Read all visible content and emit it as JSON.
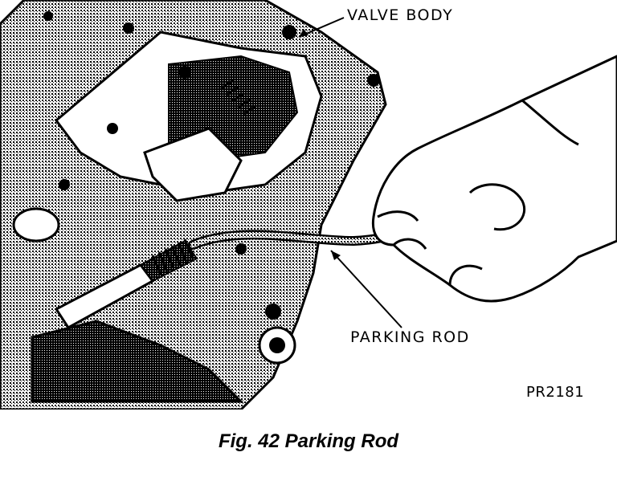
{
  "figure": {
    "callouts": {
      "valve_body": "VALVE BODY",
      "parking_rod": "PARKING ROD",
      "figure_code": "PR2181"
    },
    "caption": "Fig. 42 Parking Rod"
  }
}
